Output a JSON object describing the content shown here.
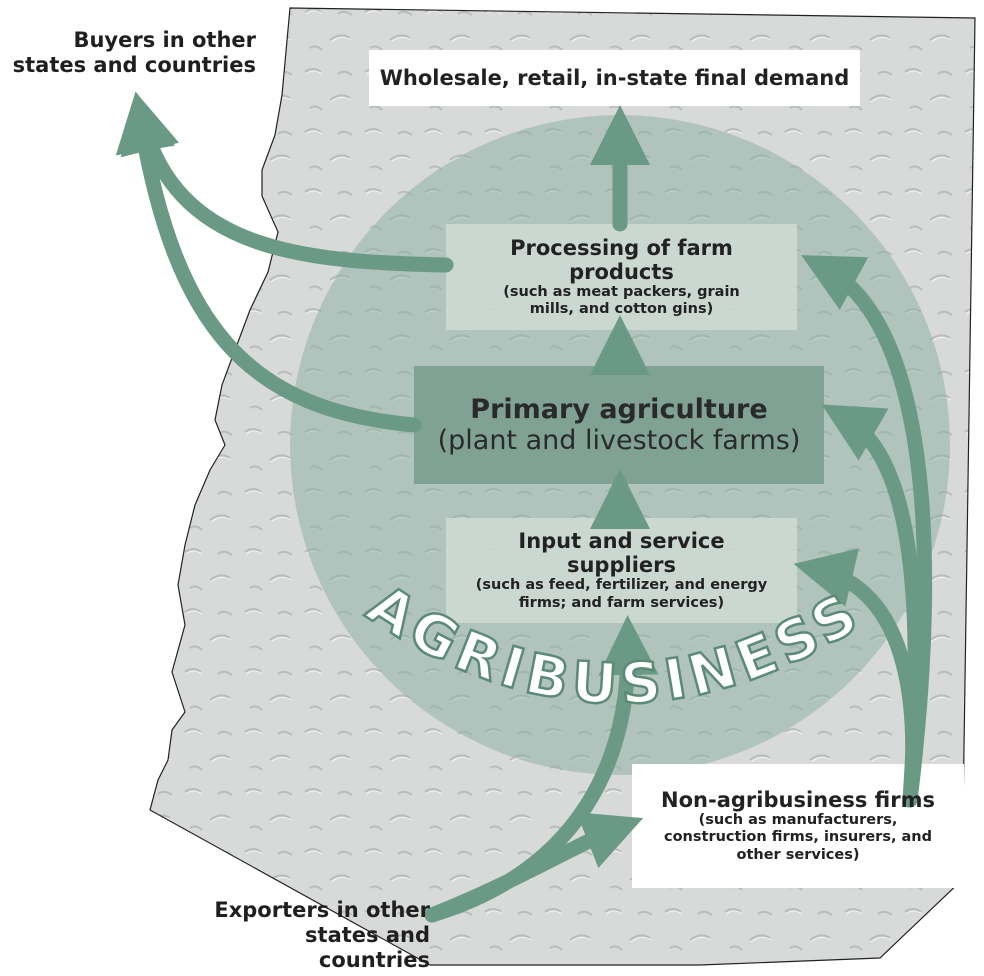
{
  "labels": {
    "buyers": "Buyers in other states and countries",
    "wholesale": "Wholesale, retail, in-state final demand",
    "processing_title": "Processing of farm products",
    "processing_sub": "(such as meat packers, grain mills, and cotton gins)",
    "primary_title": "Primary agriculture",
    "primary_sub": "(plant and livestock farms)",
    "input_title": "Input and service suppliers",
    "input_sub": "(such as feed, fertilizer, and energy firms; and farm services)",
    "agribusiness": "AGRIBUSINESS",
    "nonagri_title": "Non-agribusiness firms",
    "nonagri_sub": "(such as manufacturers, construction firms, insurers, and other services)",
    "exporters": "Exporters in other states and countries"
  },
  "colors": {
    "arrow": "#6a9a86",
    "circle": "#8fb0a6",
    "primary_box": "#7a9e8f",
    "light_box": "#cfdcd5",
    "map_fill": "#d6d8d8",
    "map_edge": "#222222"
  }
}
